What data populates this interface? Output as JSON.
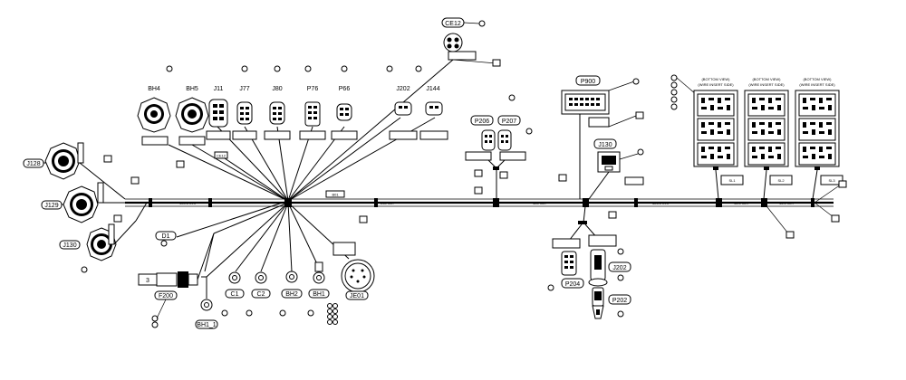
{
  "connectors": {
    "b44": "BH4",
    "b45": "BH5",
    "j11": "J11",
    "j77": "J77",
    "j80": "J80",
    "p76": "P76",
    "p66": "P66",
    "j202": "J202",
    "j144": "J144",
    "ce12": "CE12",
    "p900": "P900",
    "p206": "P206",
    "p207": "P207",
    "j130top": "J130",
    "j128": "J128",
    "j129": "J129",
    "j130": "J130",
    "d1": "D1",
    "f200": "F200",
    "f200box": "3",
    "bh1": "BH1_1",
    "c1": "C1",
    "c2": "C2",
    "bh2": "BH2",
    "bh1b": "BH1",
    "je01": "JE01",
    "p204": "P204",
    "j202b": "J202",
    "p202": "P202"
  },
  "branch_labels": {
    "ce12_tag": "CE12",
    "b01": "B01"
  },
  "dimensions": {
    "d1": "400.0 mm",
    "d2": "230 mm",
    "d3": "100 mm",
    "d4": "325.0 mm",
    "d5": "45.0 mm",
    "d6": "45.0 mm"
  },
  "splice_labels": {
    "s1": "SL1",
    "s2": "SL2",
    "s3": "SL3"
  },
  "relay_panel": {
    "header_1": "(BOTTOM VIEW)",
    "header_2": "(BOTTOM VIEW)",
    "header_3": "(BOTTOM VIEW)",
    "sub": "(WIRE INSERT SIDE)"
  }
}
